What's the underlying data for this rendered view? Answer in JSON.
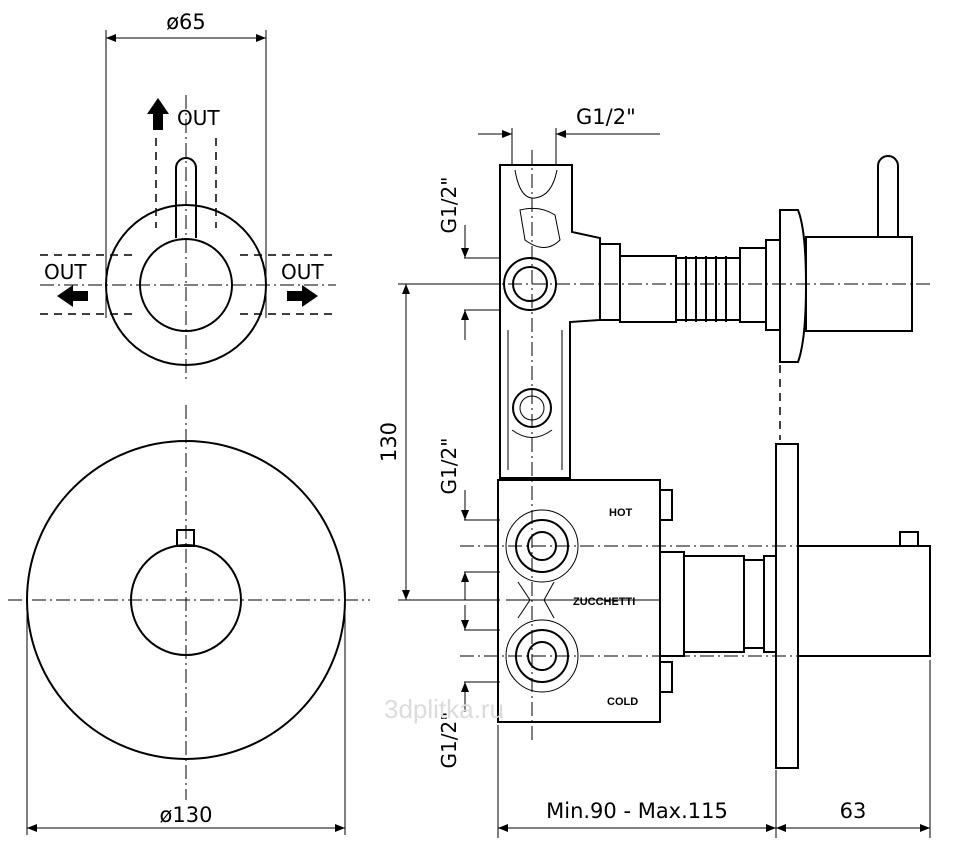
{
  "dimensions": {
    "small_plate_diameter": "ø65",
    "large_plate_diameter": "ø130",
    "depth_range": "Min.90 - Max.115",
    "trim_depth": "63",
    "outlet_spacing": "130",
    "thread_top": "G1/2\"",
    "thread_side_upper": "G1/2\"",
    "thread_side_middle": "G1/2\"",
    "thread_side_lower": "G1/2\""
  },
  "labels": {
    "out_top": "OUT",
    "out_left": "OUT",
    "out_right": "OUT",
    "hot": "HOT",
    "cold": "COLD",
    "brand": "ZUCCHETTI"
  },
  "watermark": "3dplitka.ru",
  "icons": {
    "arrow_up": "arrow-up-icon",
    "arrow_left": "arrow-left-icon",
    "arrow_right": "arrow-right-icon"
  }
}
